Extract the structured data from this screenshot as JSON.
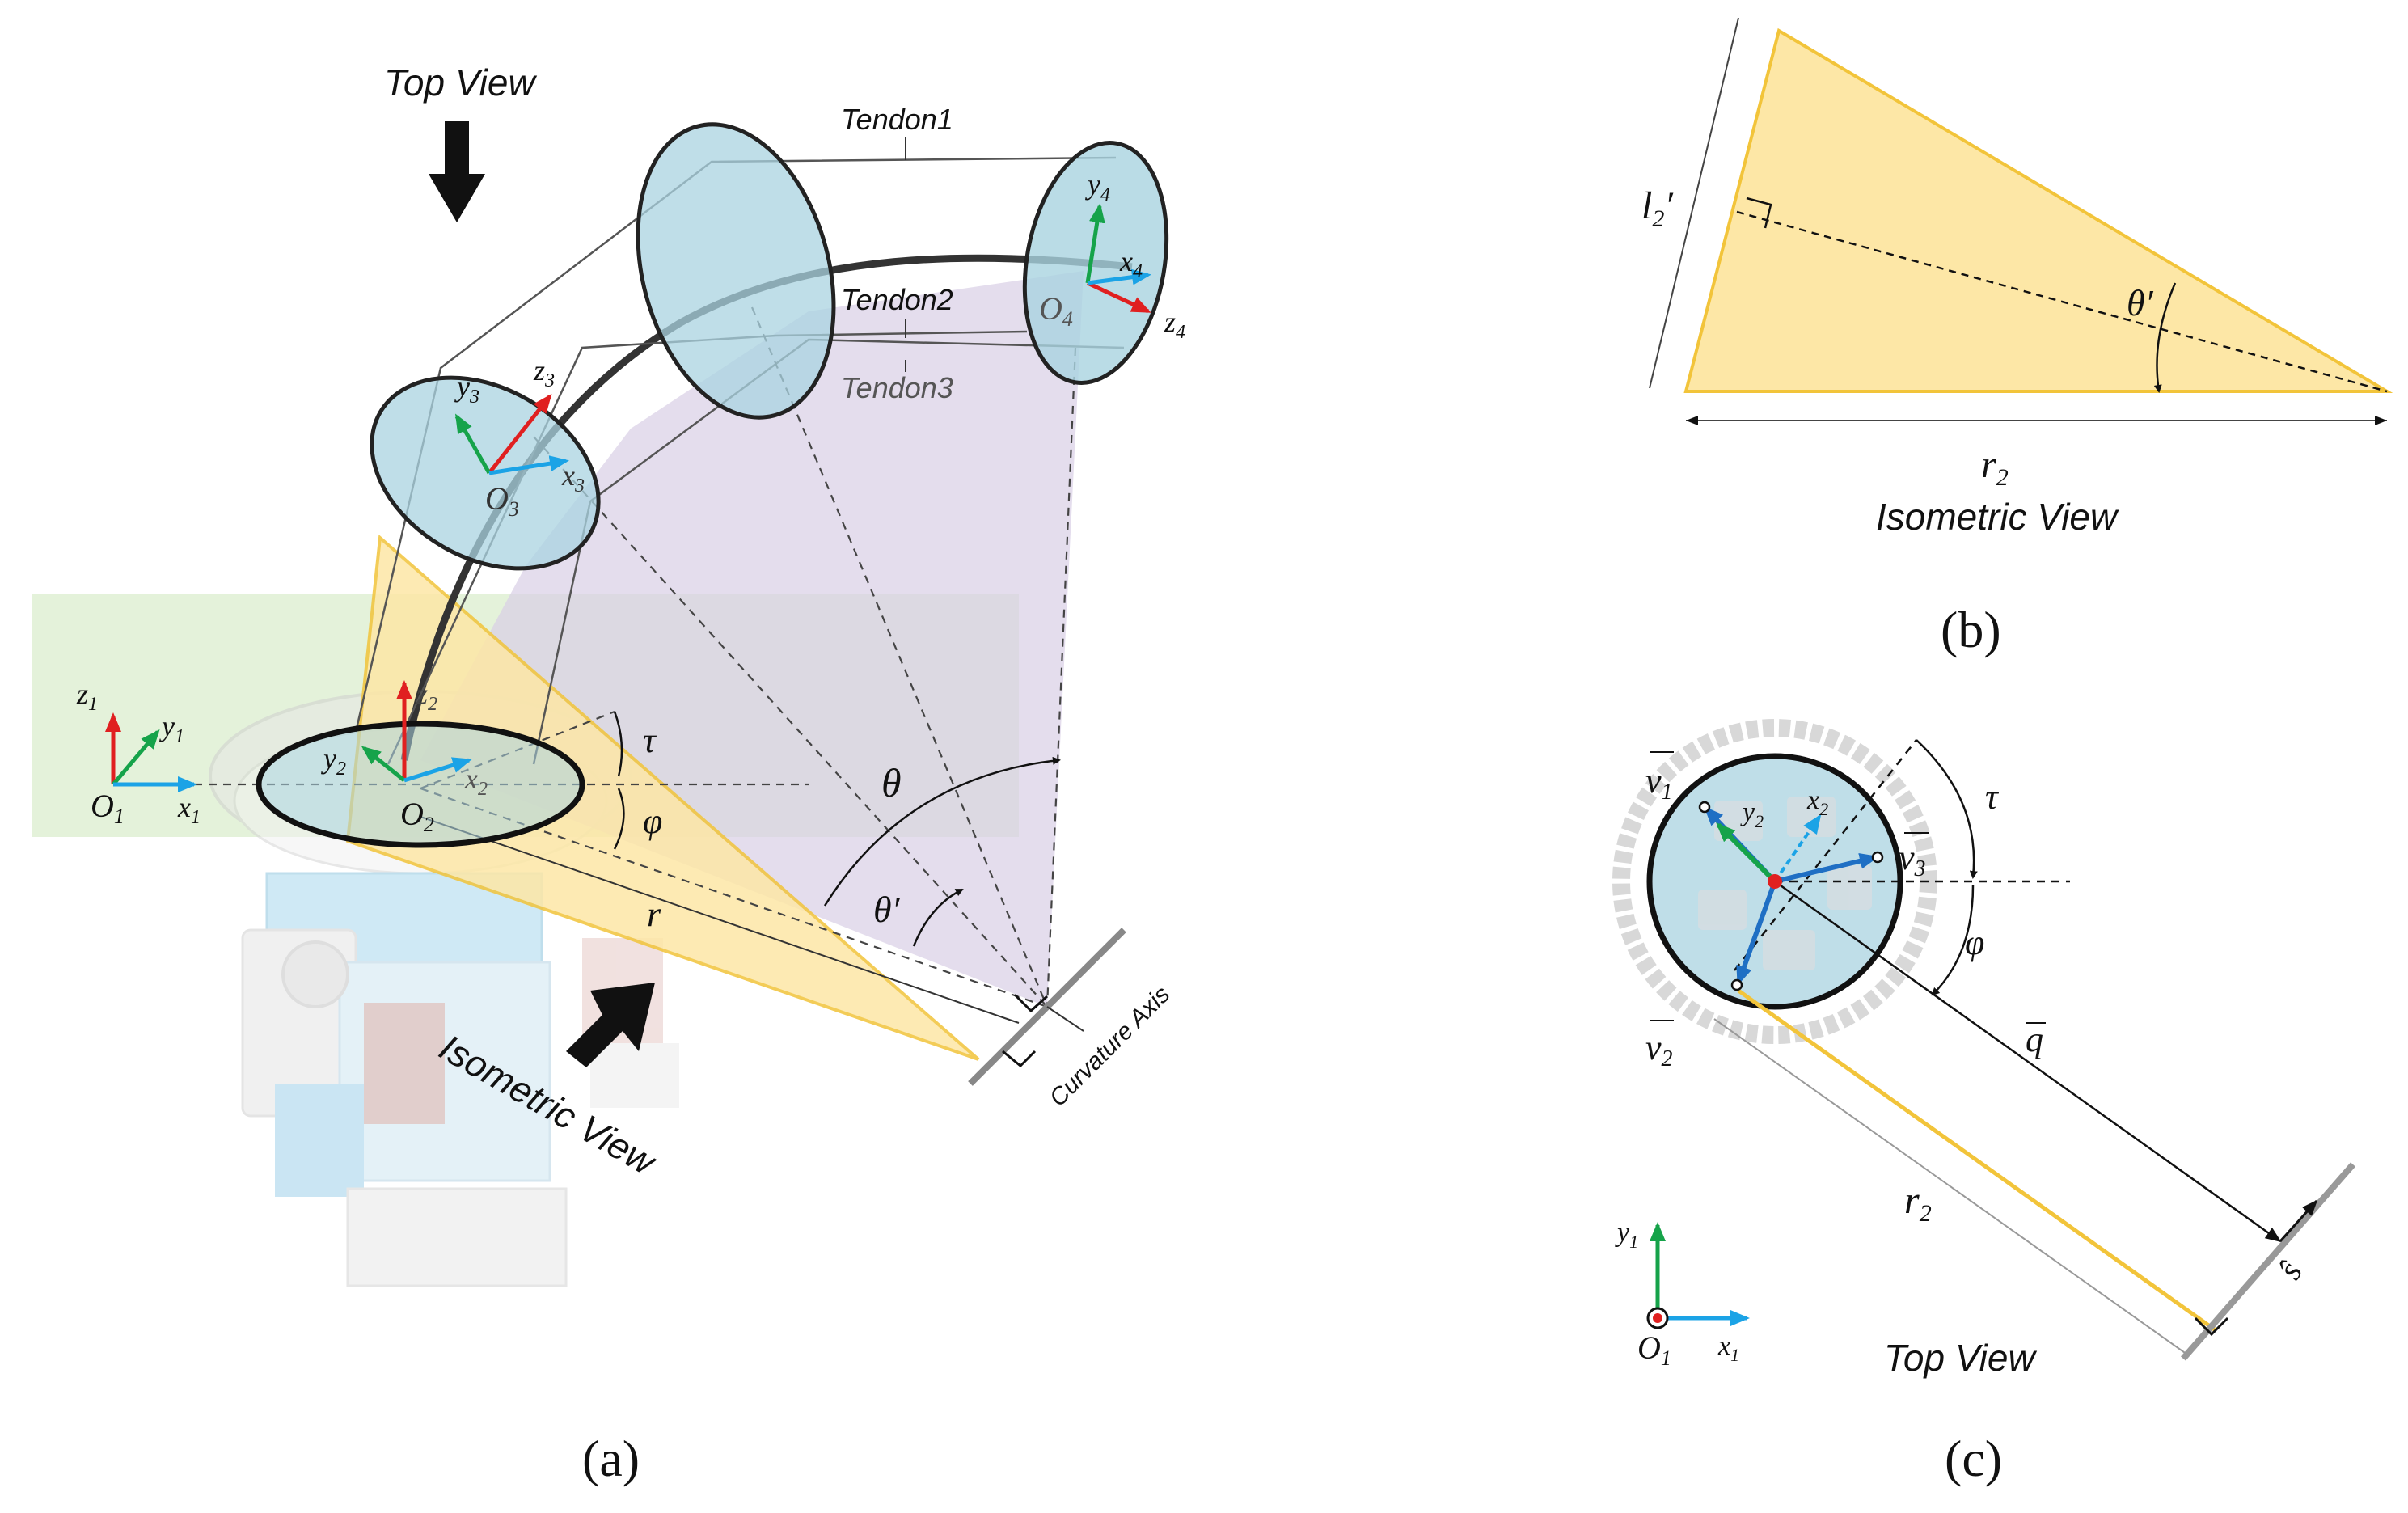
{
  "panels": {
    "a": {
      "caption": "(a)"
    },
    "b": {
      "caption": "(b)"
    },
    "c": {
      "caption": "(c)"
    }
  },
  "panel_a": {
    "top_view": "Top View",
    "isometric_view": "Isometric View",
    "tendon1": "Tendon1",
    "tendon2": "Tendon2",
    "tendon3": "Tendon3",
    "curvature_axis": "Curvature Axis",
    "theta": "θ",
    "theta_prime": "θ′",
    "tau": "τ",
    "phi": "φ",
    "r": "r",
    "z1": "z",
    "z1_sub": "1",
    "y1": "y",
    "y1_sub": "1",
    "x1": "x",
    "x1_sub": "1",
    "O1": "O",
    "O1_sub": "1",
    "z2": "z",
    "z2_sub": "2",
    "y2": "y",
    "y2_sub": "2",
    "x2": "x",
    "x2_sub": "2",
    "O2": "O",
    "O2_sub": "2",
    "z3": "z",
    "z3_sub": "3",
    "y3": "y",
    "y3_sub": "3",
    "x3": "x",
    "x3_sub": "3",
    "O3": "O",
    "O3_sub": "3",
    "z4": "z",
    "z4_sub": "4",
    "y4": "y",
    "y4_sub": "4",
    "x4": "x",
    "x4_sub": "4",
    "O4": "O",
    "O4_sub": "4"
  },
  "panel_b": {
    "l2": "l",
    "l2_sub": "2",
    "l2_prime": "′",
    "theta_prime": "θ′",
    "r2": "r",
    "r2_sub": "2",
    "view": "Isometric View"
  },
  "panel_c": {
    "v1": "v",
    "v1_sub": "1",
    "v2": "v",
    "v2_sub": "2",
    "v3": "v",
    "v3_sub": "3",
    "y2": "y",
    "y2_sub": "2",
    "x2": "x",
    "x2_sub": "2",
    "tau": "τ",
    "phi": "φ",
    "q": "q",
    "r2": "r",
    "r2_sub": "2",
    "s": "ŝ",
    "y1": "y",
    "y1_sub": "1",
    "x1": "x",
    "x1_sub": "1",
    "O1": "O",
    "O1_sub": "1",
    "view": "Top View"
  },
  "colors": {
    "x_axis": "#1ba3e6",
    "y_axis": "#16a34a",
    "z_axis": "#e02020",
    "disk_fill": "#a9d3e0",
    "yellow_fill": "#fde7a6",
    "yellow_edge": "#f2c43a",
    "purple_fill": "#d9cfe6",
    "green_plane": "#dff0d4",
    "v_arrows": "#1f6fc4"
  }
}
